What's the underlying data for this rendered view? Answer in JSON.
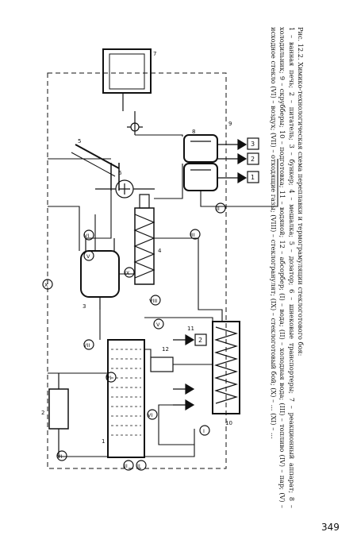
{
  "figure": {
    "title": "Рис. 12.2. Химико-технологическая схема переплавки и термограмуляции стеклоготового боя:",
    "legend": "1 – ванная печь; 2 – питатель; 3 – бункер; 4 – мешалка; 5 – дозатор; 6 – шнековые транспортеры; 7 – реакционный аппарат; 8 – холодильник; 9 – скрубберы; 10 – подготовка; 11 – водяной; 12 – абсорбер; (I) – вода; (II) – холодная вода; (III) – топливо (IV) – пар; (V) – исходное стекло (VI) – воздух; (VII) – отходящие газы; (VIII) – стеклогранулят; (IX) – стеклоготовый бой; (X) – ... (XI) – ..."
  },
  "diagram": {
    "equipment_numbers": [
      "1",
      "2",
      "3",
      "4",
      "5",
      "6",
      "7",
      "8",
      "9",
      "10",
      "11",
      "12"
    ],
    "stream_markers": [
      "I",
      "II",
      "III",
      "IV",
      "V",
      "VI",
      "VII",
      "VIII",
      "IX",
      "X",
      "XI"
    ],
    "hopper_labels": [
      "1",
      "2",
      "3"
    ],
    "feeder_labels": [
      "2"
    ]
  },
  "page": {
    "number": "349"
  }
}
